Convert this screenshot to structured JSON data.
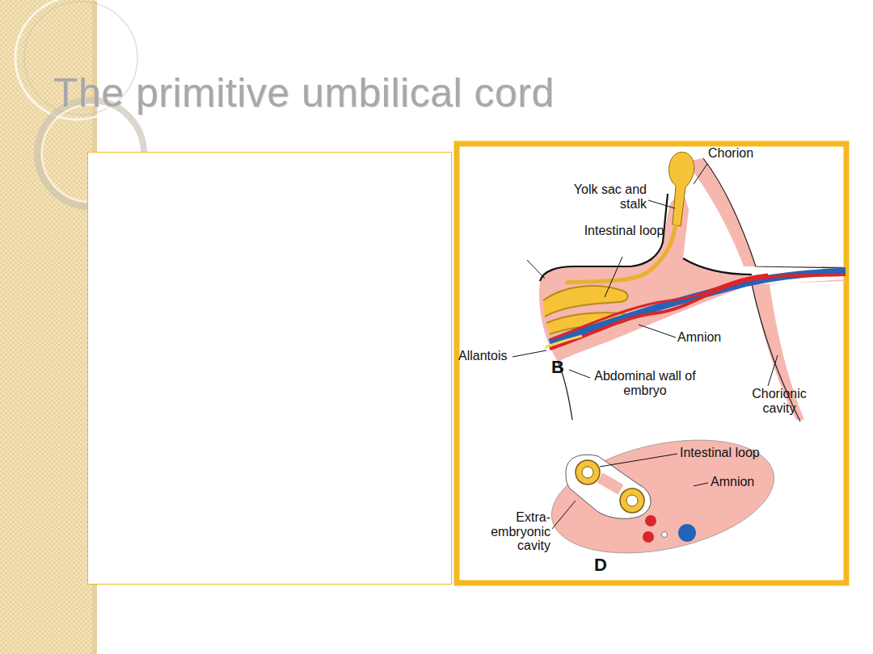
{
  "diagram": {
    "title": "The primitive umbilical cord",
    "labels": [
      "Chorion",
      "Yolk sac and stalk",
      "Intestinal loop",
      "Amnion",
      "Allantois",
      "B",
      "Abdominal wall of embryo",
      "Chorionic cavity",
      "Intestinal loop",
      "Amnion",
      "Extra-embryonic cavity",
      "D"
    ]
  }
}
